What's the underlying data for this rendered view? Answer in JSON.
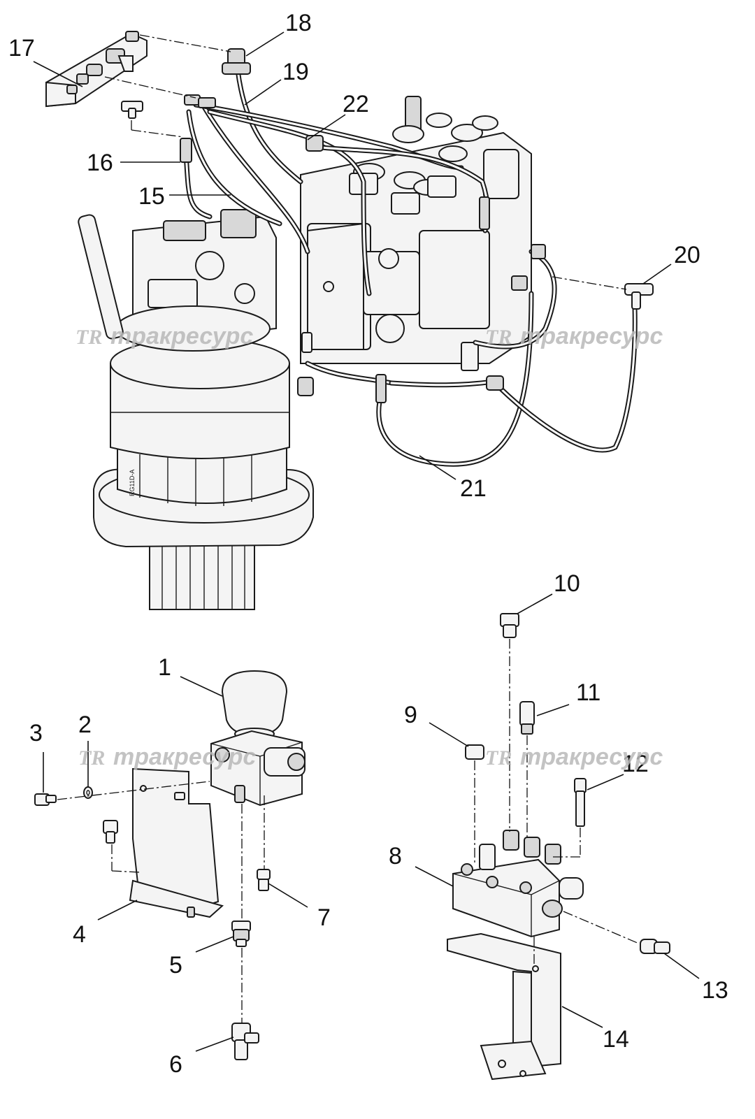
{
  "diagram": {
    "callouts": [
      {
        "id": "1",
        "label": "1"
      },
      {
        "id": "2",
        "label": "2"
      },
      {
        "id": "3",
        "label": "3"
      },
      {
        "id": "4",
        "label": "4"
      },
      {
        "id": "5",
        "label": "5"
      },
      {
        "id": "6",
        "label": "6"
      },
      {
        "id": "7",
        "label": "7"
      },
      {
        "id": "8",
        "label": "8"
      },
      {
        "id": "9",
        "label": "9"
      },
      {
        "id": "10",
        "label": "10"
      },
      {
        "id": "11",
        "label": "11"
      },
      {
        "id": "12",
        "label": "12"
      },
      {
        "id": "13",
        "label": "13"
      },
      {
        "id": "14",
        "label": "14"
      },
      {
        "id": "15",
        "label": "15"
      },
      {
        "id": "16",
        "label": "16"
      },
      {
        "id": "17",
        "label": "17"
      },
      {
        "id": "18",
        "label": "18"
      },
      {
        "id": "19",
        "label": "19"
      },
      {
        "id": "20",
        "label": "20"
      },
      {
        "id": "21",
        "label": "21"
      },
      {
        "id": "22",
        "label": "22"
      }
    ],
    "watermark": {
      "logo": "TR",
      "text": "тракресурс"
    },
    "part_marking": "RG11D-A",
    "colors": {
      "line": "#1a1a1a",
      "fill": "#f4f4f4",
      "watermark": "#b9b9b9"
    }
  }
}
